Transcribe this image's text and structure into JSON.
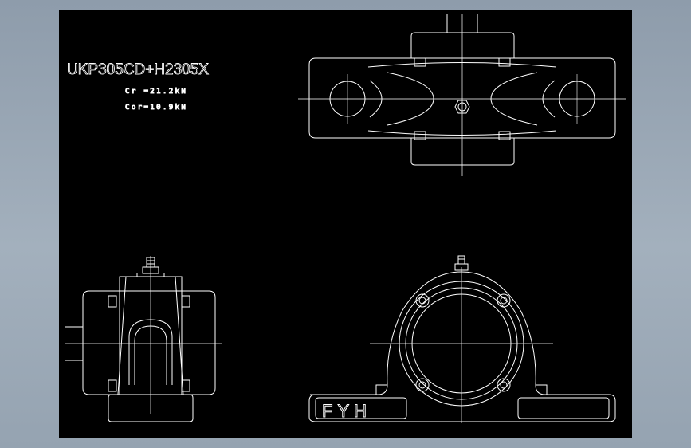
{
  "drawing": {
    "title": "UKP305CD+H2305X",
    "specs": {
      "cr": "Cr =21.2kN",
      "cor": "Cor=10.9kN"
    },
    "brand": "FYH"
  },
  "colors": {
    "background": "#000000",
    "line": "#ffffff",
    "frame": "#9aa7b5"
  }
}
